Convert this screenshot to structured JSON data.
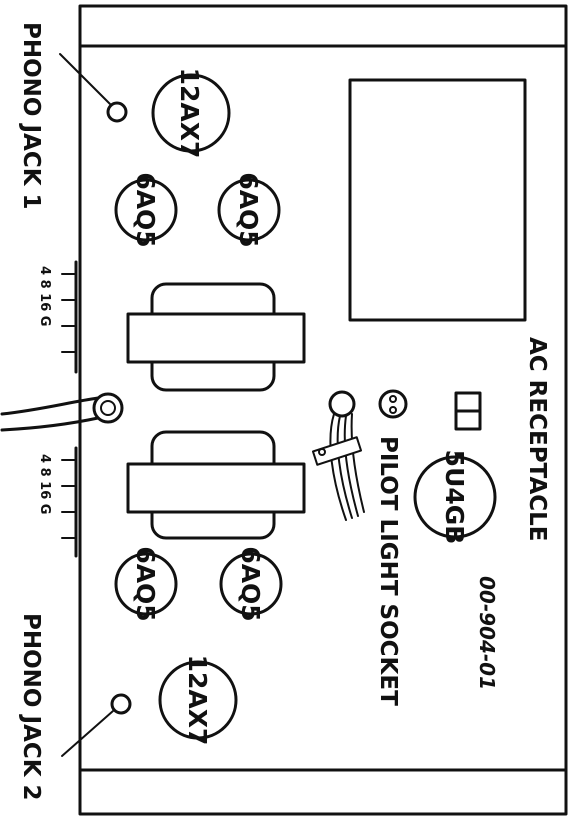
{
  "labels": {
    "phono_jack_1": "PHONO JACK 1",
    "phono_jack_2": "PHONO JACK 2",
    "ac_receptacle": "AC RECEPTACLE",
    "pilot_light_socket": "PILOT LIGHT SOCKET",
    "part_number": "00-904-01",
    "rectifier_tube": "5U4GB",
    "preamp_tube_1": "12AX7",
    "preamp_tube_2": "12AX7",
    "power_tube_1a": "6AQ5",
    "power_tube_1b": "6AQ5",
    "power_tube_2a": "6AQ5",
    "power_tube_2b": "6AQ5",
    "speaker_taps_1": "4 8 16 G",
    "speaker_taps_2": "4 8 16 G"
  }
}
